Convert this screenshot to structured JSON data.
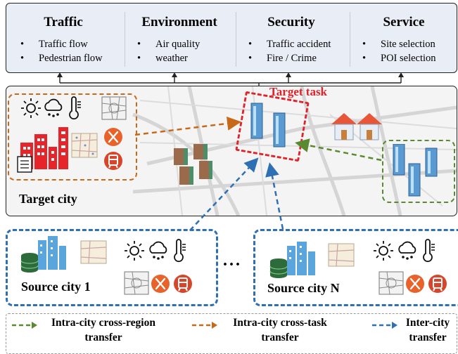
{
  "categories": [
    {
      "title": "Traffic",
      "items": [
        "Traffic flow",
        "Pedestrian flow"
      ]
    },
    {
      "title": "Environment",
      "items": [
        "Air quality",
        "weather"
      ]
    },
    {
      "title": "Security",
      "items": [
        "Traffic accident",
        "Fire / Crime"
      ]
    },
    {
      "title": "Service",
      "items": [
        "Site selection",
        "POI selection"
      ]
    }
  ],
  "target_task_label": "Target task",
  "target_city_label": "Target city",
  "source_city_1_label": "Source city 1",
  "source_city_n_label": "Source city N",
  "ellipsis": "···",
  "legend": {
    "intra_region": "Intra-city cross-region transfer",
    "intra_task": "Intra-city cross-task transfer",
    "inter_city": "Inter-city transfer"
  },
  "colors": {
    "orange": "#c8691a",
    "green": "#5a8a2f",
    "blue": "#2f6fb3",
    "red": "#e0222a",
    "building_red": "#e8242b"
  },
  "icons": [
    "sun-icon",
    "rain-cloud-icon",
    "thermometer-icon",
    "map-icon",
    "city-buildings-icon",
    "document-icon",
    "restaurant-icon",
    "train-icon",
    "database-icon",
    "house-icon",
    "skyscraper-icon"
  ]
}
